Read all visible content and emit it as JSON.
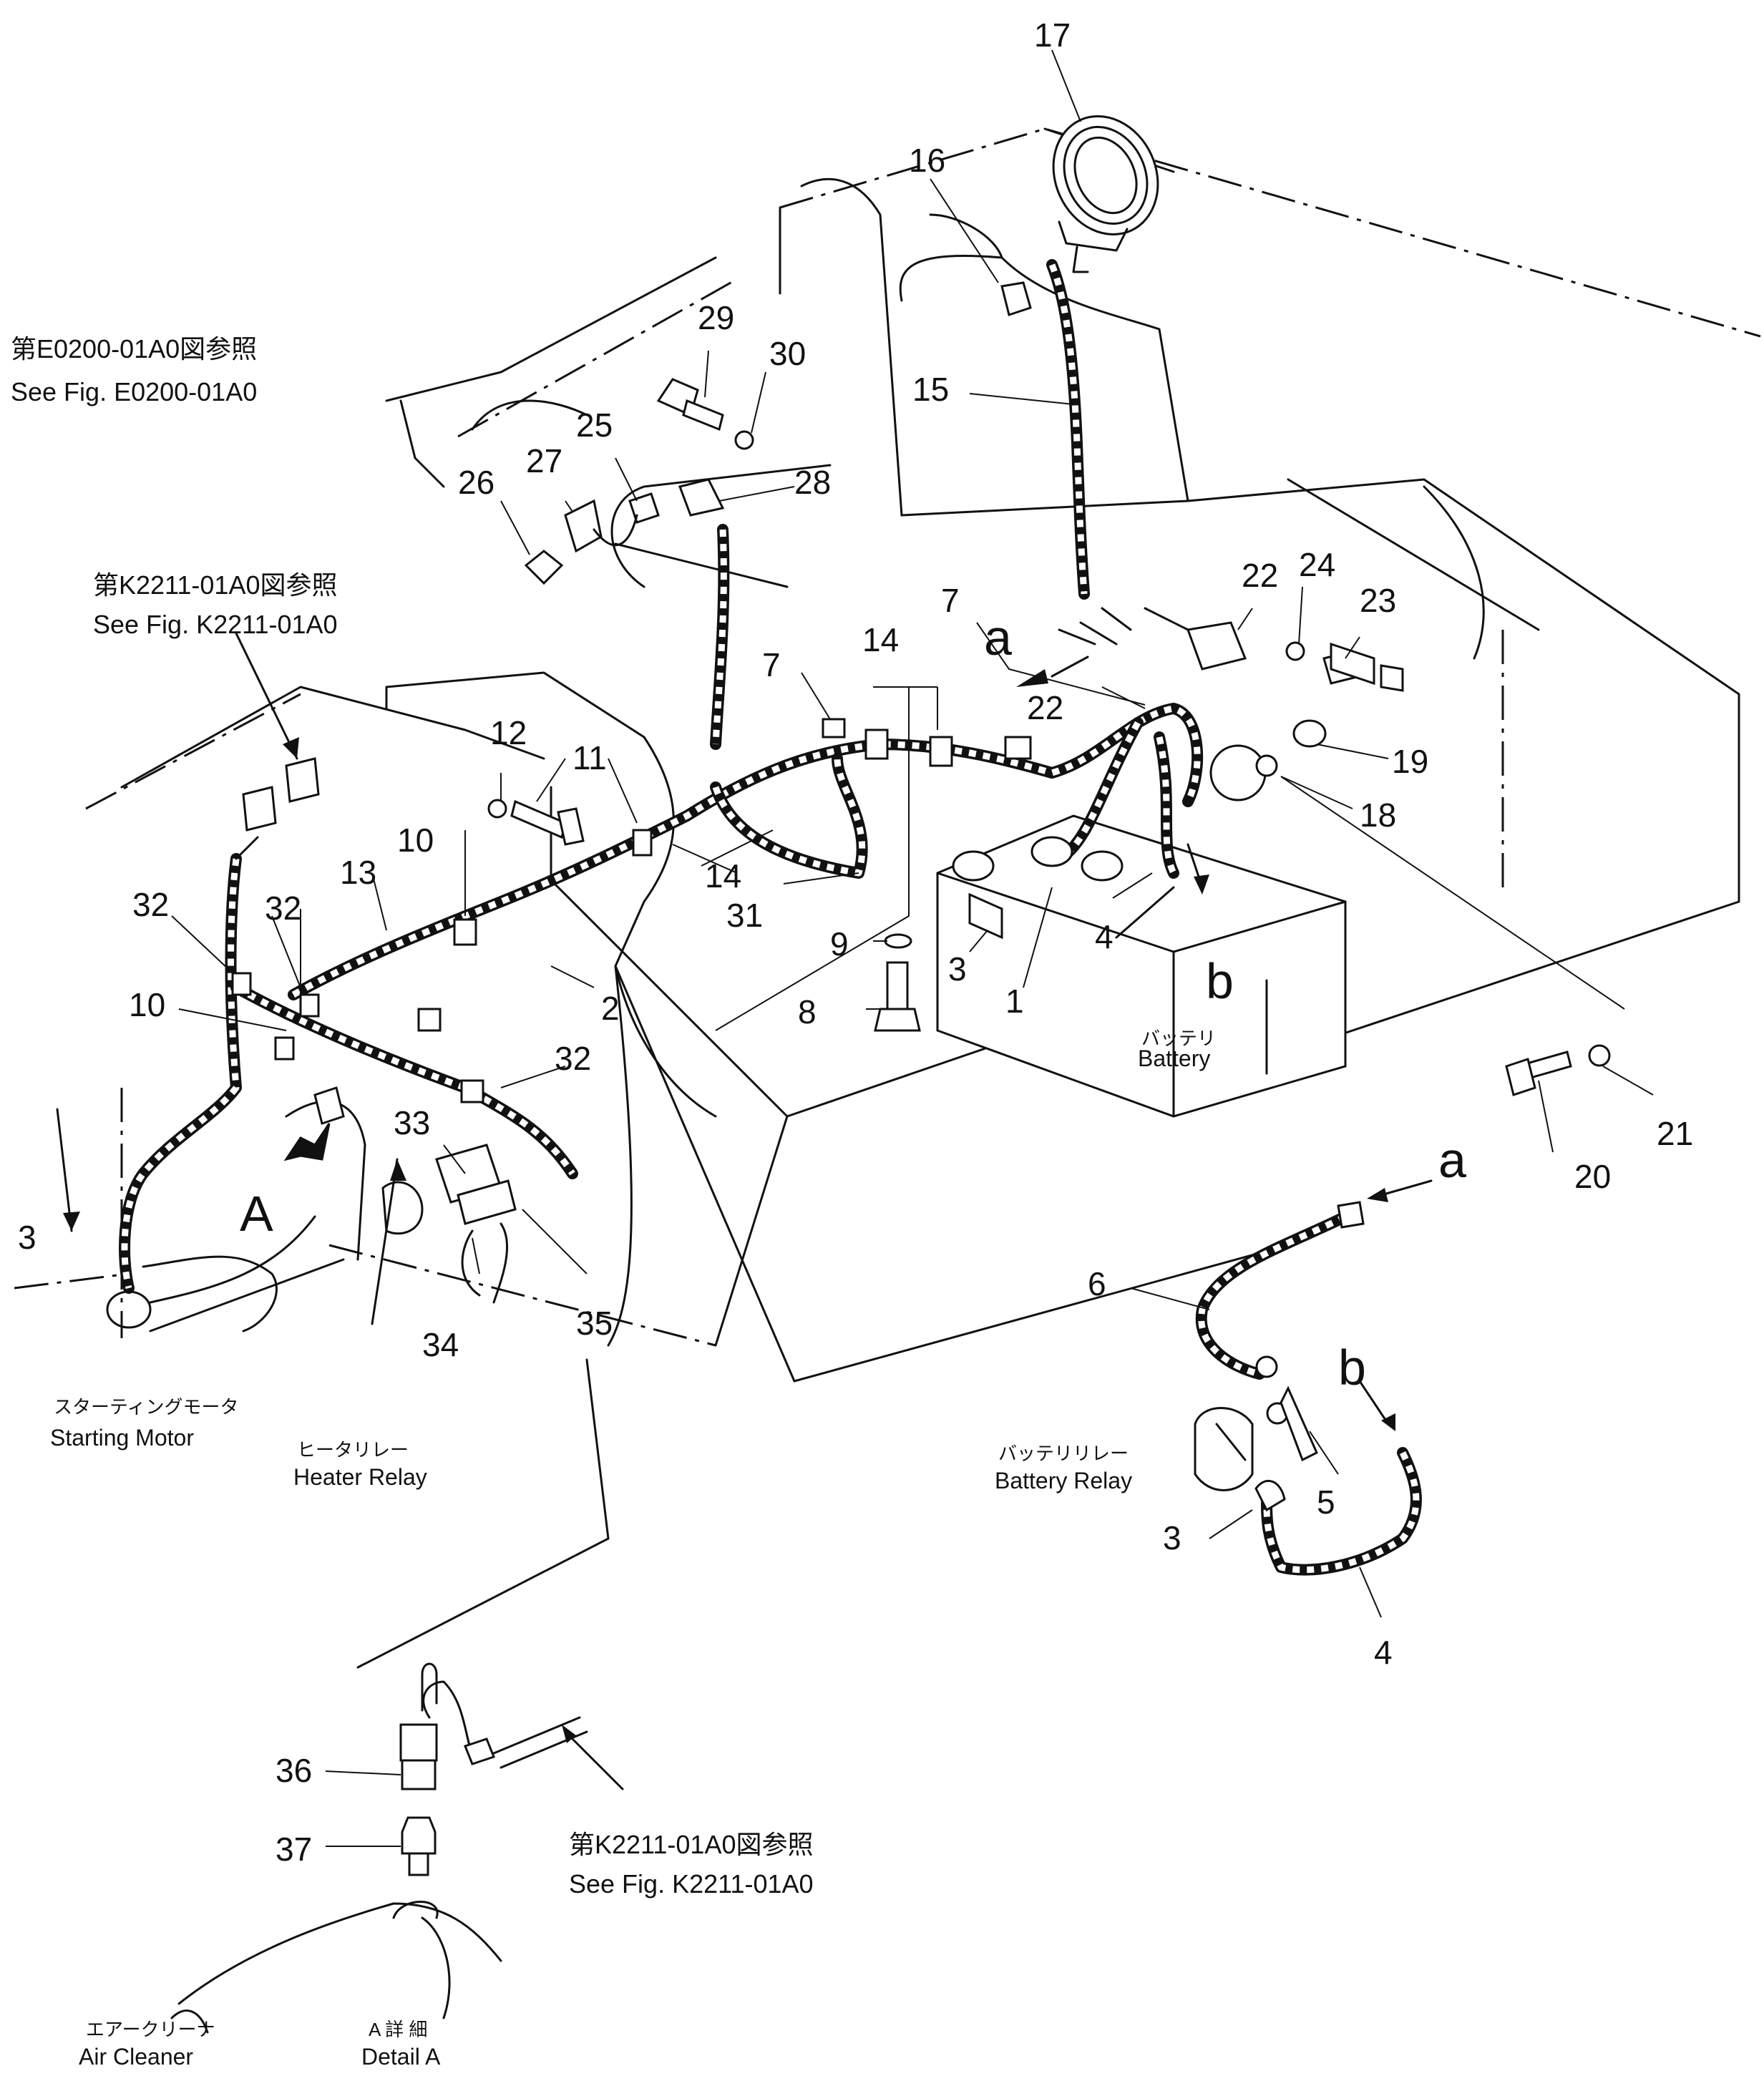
{
  "callouts": [
    {
      "id": "n17a",
      "text": "17"
    },
    {
      "id": "n16",
      "text": "16"
    },
    {
      "id": "n15",
      "text": "15"
    },
    {
      "id": "n29",
      "text": "29"
    },
    {
      "id": "n30",
      "text": "30"
    },
    {
      "id": "n25",
      "text": "25"
    },
    {
      "id": "n27",
      "text": "27"
    },
    {
      "id": "n26",
      "text": "26"
    },
    {
      "id": "n28",
      "text": "28"
    },
    {
      "id": "n22a",
      "text": "22"
    },
    {
      "id": "n24",
      "text": "24"
    },
    {
      "id": "n23",
      "text": "23"
    },
    {
      "id": "n7a",
      "text": "7"
    },
    {
      "id": "n14a",
      "text": "14"
    },
    {
      "id": "n7b",
      "text": "7"
    },
    {
      "id": "n22b",
      "text": "22"
    },
    {
      "id": "n19",
      "text": "19"
    },
    {
      "id": "n18",
      "text": "18"
    },
    {
      "id": "n12",
      "text": "12"
    },
    {
      "id": "n11",
      "text": "11"
    },
    {
      "id": "n10a",
      "text": "10"
    },
    {
      "id": "n13",
      "text": "13"
    },
    {
      "id": "n32a",
      "text": "32"
    },
    {
      "id": "n32b",
      "text": "32"
    },
    {
      "id": "n14b",
      "text": "14"
    },
    {
      "id": "n31",
      "text": "31"
    },
    {
      "id": "n9",
      "text": "9"
    },
    {
      "id": "n8",
      "text": "8"
    },
    {
      "id": "n3a",
      "text": "3"
    },
    {
      "id": "n1",
      "text": "1"
    },
    {
      "id": "n4a",
      "text": "4"
    },
    {
      "id": "n2",
      "text": "2"
    },
    {
      "id": "n10b",
      "text": "10"
    },
    {
      "id": "n32c",
      "text": "32"
    },
    {
      "id": "n33",
      "text": "33"
    },
    {
      "id": "n3b",
      "text": "3"
    },
    {
      "id": "n34",
      "text": "34"
    },
    {
      "id": "n35",
      "text": "35"
    },
    {
      "id": "n20",
      "text": "20"
    },
    {
      "id": "n21",
      "text": "21"
    },
    {
      "id": "n6",
      "text": "6"
    },
    {
      "id": "n5",
      "text": "5"
    },
    {
      "id": "n3c",
      "text": "3"
    },
    {
      "id": "n4b",
      "text": "4"
    },
    {
      "id": "n36",
      "text": "36"
    },
    {
      "id": "n37",
      "text": "37"
    }
  ],
  "letters": {
    "a_top": "a",
    "b_top": "b",
    "a_detail": "a",
    "b_detail": "b",
    "detail_A": "A"
  },
  "references": {
    "e0200_ja": "第E0200-01A0図参照",
    "e0200_en": "See Fig. E0200-01A0",
    "k2211_top_ja": "第K2211-01A0図参照",
    "k2211_top_en": "See Fig. K2211-01A0",
    "k2211_bottom_ja": "第K2211-01A0図参照",
    "k2211_bottom_en": "See Fig. K2211-01A0"
  },
  "captions": {
    "battery_ja": "バッテリ",
    "battery_en": "Battery",
    "starting_motor_ja": "スターティングモータ",
    "starting_motor_en": "Starting  Motor",
    "heater_relay_ja": "ヒータリレー",
    "heater_relay_en": "Heater  Relay",
    "battery_relay_ja": "バッテリリレー",
    "battery_relay_en": "Battery  Relay",
    "air_cleaner_ja": "エアークリーナ",
    "air_cleaner_en": "Air  Cleaner",
    "detail_a_ja": "A 詳 細",
    "detail_a_en": "Detail  A"
  }
}
